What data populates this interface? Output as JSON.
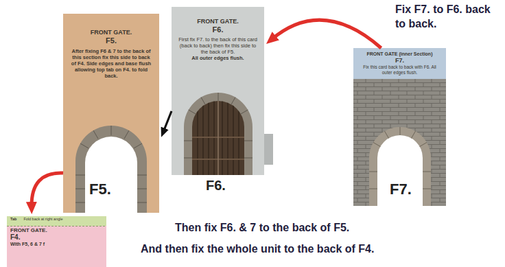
{
  "diagram": {
    "nodes": [
      {
        "text": [
          "FRONT GATE.",
          "F5.",
          "After fixing F6 & 7 to the back of this section fix this side to back of F4. Side edges and base flush allowing top tab on F4. to fold back."
        ]
      },
      {
        "text": [
          "FRONT GATE.",
          "F6.",
          "First fix F7. to the back of this card (back to back) then fix this side to the back of F5.",
          "All outer edges flush."
        ]
      },
      {
        "text": [
          "FRONT GATE (inner Section)",
          "F7.",
          "Fix this card back to back with F6. All outer edges flush."
        ]
      },
      {
        "text": [
          "Tab",
          "Fold back at right angle",
          "FRONT GATE.",
          "F4.",
          "With F5, 6 & 7 f"
        ]
      }
    ],
    "edges": [
      {
        "from": 2,
        "to": 1,
        "arrow": "to"
      },
      {
        "from": 1,
        "to": 0,
        "arrow": "to"
      },
      {
        "from": 0,
        "to": 3,
        "arrow": "to"
      }
    ],
    "labels": [
      "Fix F7. to F6. back to back.",
      "F5.",
      "F6.",
      "F7.",
      "Then fix F6. & 7 to the back of F5.",
      "And then fix the whole unit to the back of F4."
    ]
  }
}
